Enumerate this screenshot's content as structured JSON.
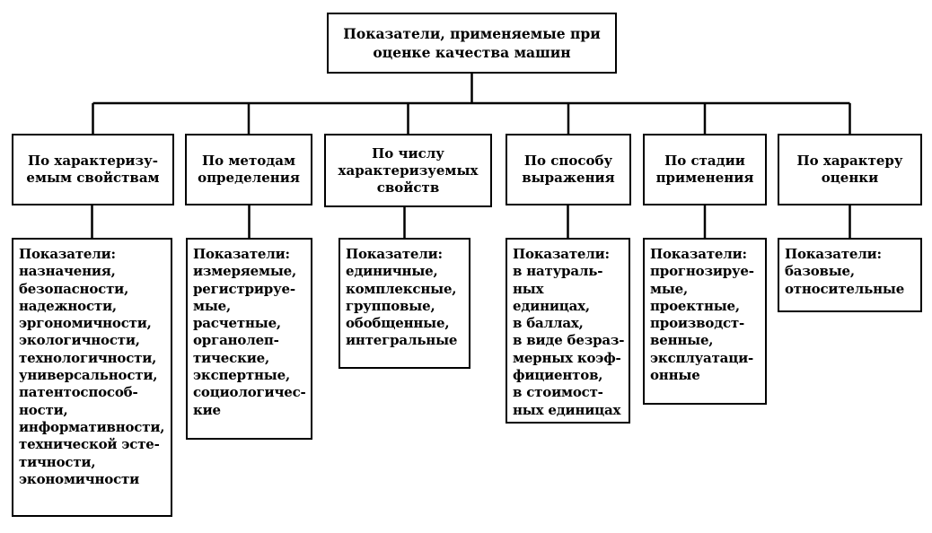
{
  "root": {
    "label": "Показатели, применяемые при\nоценке качества машин"
  },
  "categories": [
    {
      "label": "По характеризу-\nемым свойствам",
      "list_title": "Показатели:",
      "items": [
        "назначения,",
        "безопасности,",
        "надежности,",
        "эргономичности,",
        "экологичности,",
        "технологичности,",
        "универсальности,",
        "патентоспособ-",
        "ности,",
        "информативности,",
        "технической эсте-",
        "тичности,",
        "экономичности"
      ]
    },
    {
      "label": "По методам\nопределения",
      "list_title": "Показатели:",
      "items": [
        "измеряемые,",
        "регистрируе-",
        "мые,",
        "расчетные,",
        "органолеп-",
        "тические,",
        "экспертные,",
        "социологичес-",
        "кие"
      ]
    },
    {
      "label": "По числу\nхарактеризуемых\nсвойств",
      "list_title": "Показатели:",
      "items": [
        "единичные,",
        "комплексные,",
        "групповые,",
        "обобщенные,",
        "интегральные"
      ]
    },
    {
      "label": "По способу\nвыражения",
      "list_title": "Показатели:",
      "items": [
        "в натураль-",
        "ных единицах,",
        "в баллах,",
        "в виде безраз-",
        "мерных коэф-",
        "фициентов,",
        "в стоимост-",
        "ных единицах"
      ]
    },
    {
      "label": "По стадии\nприменения",
      "list_title": "Показатели:",
      "items": [
        "прогнозируе-",
        "мые,",
        "проектные,",
        "производст-",
        "венные,",
        "эксплуатаци-",
        "онные"
      ]
    },
    {
      "label": "По характеру\nоценки",
      "list_title": "Показатели:",
      "items": [
        "базовые,",
        "относительные"
      ]
    }
  ]
}
